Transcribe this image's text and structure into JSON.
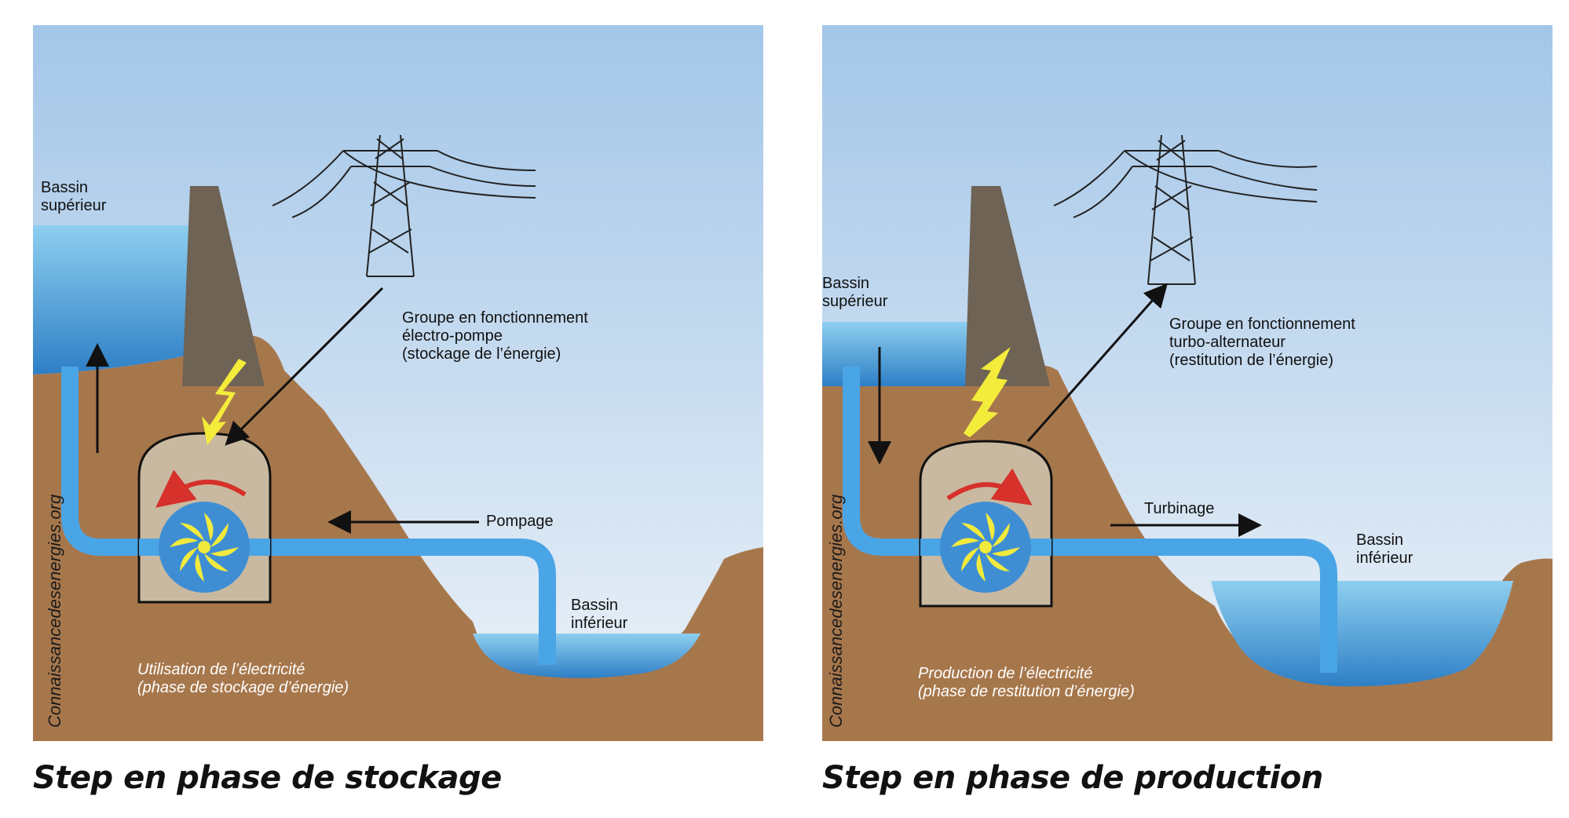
{
  "watermark": "Connaissancedesenergies.org",
  "colors": {
    "sky_top": "#a3c6e8",
    "sky_bottom": "#eef3f8",
    "earth": "#a7774c",
    "dam": "#6e6355",
    "water": "#4d9ed8",
    "pipe": "#4aa5e6",
    "cavern": "#c9b9a1",
    "turbine": "#3f8ed4",
    "blades": "#f2ea3c",
    "rotation_arrow": "#d6312a",
    "lightning": "#f4ec3a"
  },
  "panels": [
    {
      "id": "stockage",
      "title": "Step en phase de stockage",
      "upper_basin": "Bassin\nsupérieur",
      "lower_basin": "Bassin\ninférieur",
      "group_label": "Groupe en fonctionnement\nélectro-pompe\n(stockage de l’énergie)",
      "flow_label": "Pompage",
      "caption": "Utilisation de l’électricité\n(phase de stockage d’énergie)"
    },
    {
      "id": "production",
      "title": "Step en phase de production",
      "upper_basin": "Bassin\nsupérieur",
      "lower_basin": "Bassin\ninférieur",
      "group_label": "Groupe en fonctionnement\nturbo-alternateur\n(restitution de l’énergie)",
      "flow_label": "Turbinage",
      "caption": "Production de l’électricité\n(phase de restitution d’énergie)"
    }
  ]
}
